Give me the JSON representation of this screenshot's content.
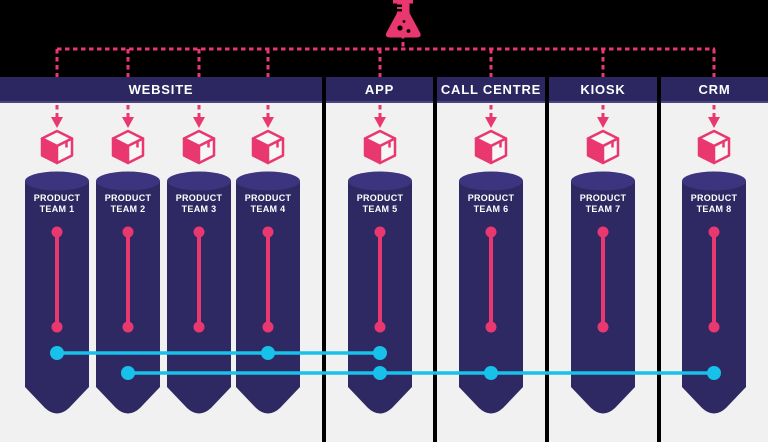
{
  "palette": {
    "pink": "#e8386f",
    "navy_header": "#2c2661",
    "tube_body": "#2e2963",
    "tube_top": "#3d3480",
    "cyan": "#17c1e9",
    "panel_background": "#f1f1f2",
    "top_background": "#000000",
    "text": "#ffffff"
  },
  "source": {
    "icon": "flask-icon"
  },
  "channels": [
    {
      "label": "WEBSITE",
      "teams": [
        1,
        2,
        3,
        4
      ]
    },
    {
      "label": "APP",
      "teams": [
        5
      ]
    },
    {
      "label": "CALL CENTRE",
      "teams": [
        6
      ]
    },
    {
      "label": "KIOSK",
      "teams": [
        7
      ]
    },
    {
      "label": "CRM",
      "teams": [
        8
      ]
    }
  ],
  "teams": [
    {
      "label": "PRODUCT TEAM 1"
    },
    {
      "label": "PRODUCT TEAM 2"
    },
    {
      "label": "PRODUCT TEAM 3"
    },
    {
      "label": "PRODUCT TEAM 4"
    },
    {
      "label": "PRODUCT TEAM 5"
    },
    {
      "label": "PRODUCT TEAM 6"
    },
    {
      "label": "PRODUCT TEAM 7"
    },
    {
      "label": "PRODUCT TEAM 8"
    }
  ],
  "journey_lines": [
    {
      "color": "#17c1e9",
      "connects_teams": [
        1,
        4,
        5
      ]
    },
    {
      "color": "#17c1e9",
      "connects_teams": [
        2,
        5,
        6,
        8
      ]
    }
  ]
}
